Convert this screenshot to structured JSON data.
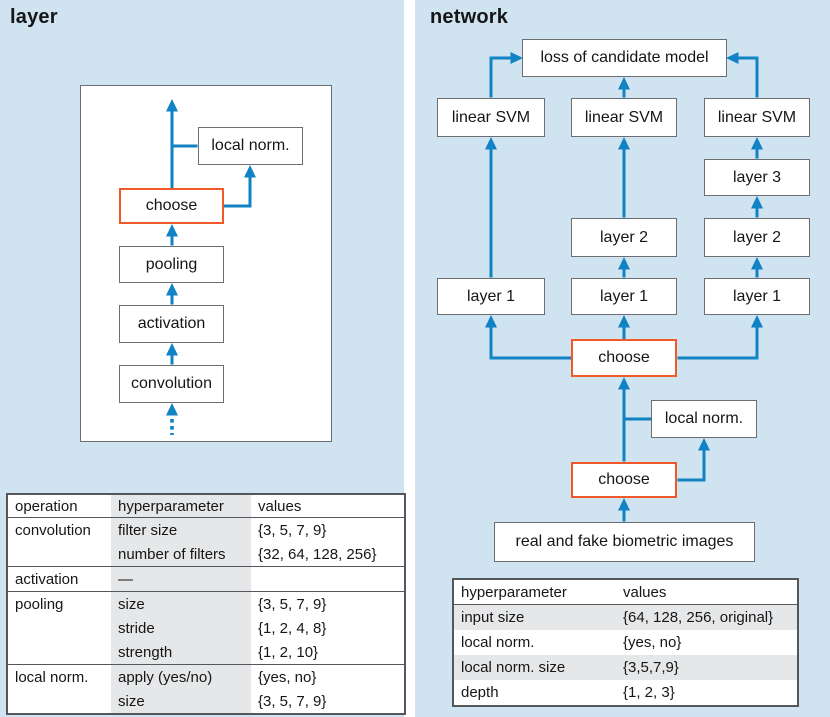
{
  "colors": {
    "panel_background": "#cfe3f0",
    "arrow_blue": "#1182c4",
    "choose_border_orange": "#f05a28",
    "node_border_gray": "#6d6e71",
    "table_border_gray": "#55565a",
    "table_shade_gray": "#e6e7e8"
  },
  "layer_panel": {
    "title": "layer",
    "diagram": {
      "local_norm": "local norm.",
      "choose": "choose",
      "pooling": "pooling",
      "activation": "activation",
      "convolution": "convolution"
    },
    "table": {
      "headers": [
        "operation",
        "hyperparameter",
        "values"
      ],
      "rows": [
        {
          "operation": "convolution",
          "hyperparameter": "filter size",
          "values": "{3, 5, 7, 9}"
        },
        {
          "operation": "",
          "hyperparameter": "number of filters",
          "values": "{32, 64, 128, 256}"
        },
        {
          "operation": "activation",
          "hyperparameter": "—",
          "values": ""
        },
        {
          "operation": "pooling",
          "hyperparameter": "size",
          "values": "{3, 5, 7, 9}"
        },
        {
          "operation": "",
          "hyperparameter": "stride",
          "values": "{1, 2, 4, 8}"
        },
        {
          "operation": "",
          "hyperparameter": "strength",
          "values": "{1, 2, 10}"
        },
        {
          "operation": "local norm.",
          "hyperparameter": "apply (yes/no)",
          "values": "{yes, no}"
        },
        {
          "operation": "",
          "hyperparameter": "size",
          "values": "{3, 5, 7, 9}"
        }
      ]
    }
  },
  "network_panel": {
    "title": "network",
    "diagram": {
      "loss": "loss of candidate model",
      "linear_svm": "linear SVM",
      "layer1": "layer 1",
      "layer2": "layer 2",
      "layer3": "layer 3",
      "choose": "choose",
      "local_norm": "local norm.",
      "input": "real and fake biometric images"
    },
    "table": {
      "headers": [
        "hyperparameter",
        "values"
      ],
      "rows": [
        {
          "hyperparameter": "input size",
          "values": "{64, 128, 256, original}"
        },
        {
          "hyperparameter": "local norm.",
          "values": "{yes, no}"
        },
        {
          "hyperparameter": "local norm. size",
          "values": "{3,5,7,9}"
        },
        {
          "hyperparameter": "depth",
          "values": "{1, 2, 3}"
        }
      ]
    }
  }
}
